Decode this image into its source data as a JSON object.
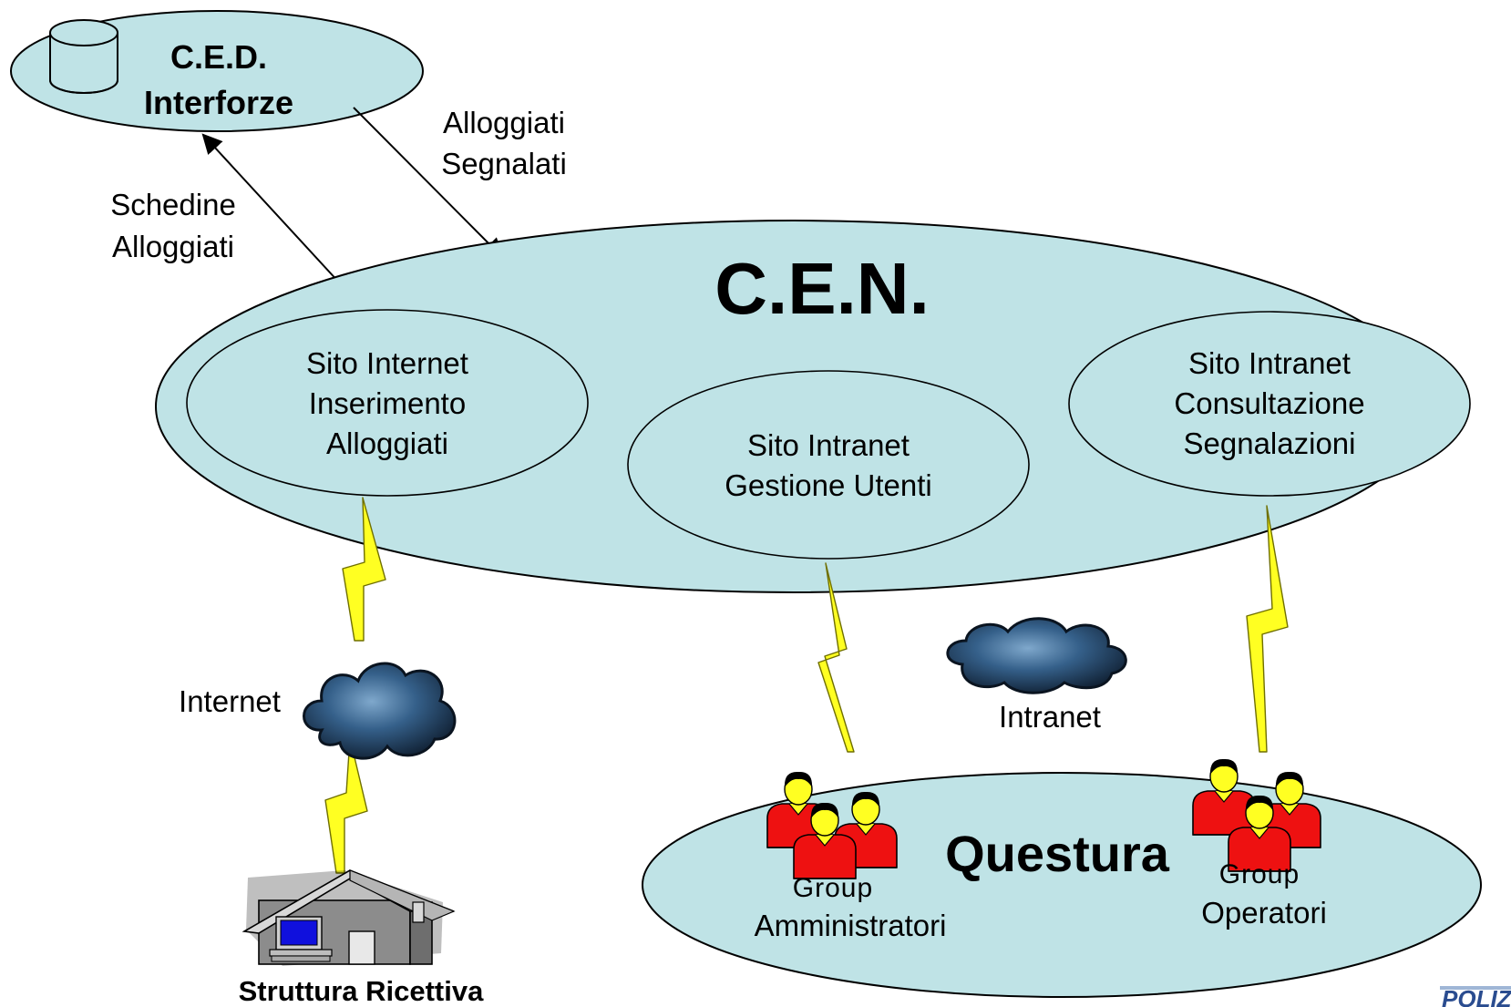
{
  "ced": {
    "line1": "C.E.D.",
    "line2": "Interforze"
  },
  "cen": {
    "title": "C.E.N."
  },
  "flows": {
    "to_ced": {
      "line1": "Schedine",
      "line2": "Alloggiati"
    },
    "from_ced": {
      "line1": "Alloggiati",
      "line2": "Segnalati"
    }
  },
  "sites": {
    "internet": {
      "line1": "Sito Internet",
      "line2": "Inserimento",
      "line3": "Alloggiati"
    },
    "utenti": {
      "line1": "Sito Intranet",
      "line2": "Gestione Utenti"
    },
    "segnalazioni": {
      "line1": "Sito Intranet",
      "line2": "Consultazione",
      "line3": "Segnalazioni"
    }
  },
  "networks": {
    "internet": "Internet",
    "intranet": "Intranet"
  },
  "struttura": {
    "label": "Struttura Ricettiva"
  },
  "questura": {
    "title": "Questura",
    "admins": {
      "line1": "Group",
      "line2": "Amministratori"
    },
    "operators": {
      "line1": "Group",
      "line2": "Operatori"
    }
  },
  "logo": {
    "text": "POLIZIA"
  },
  "colors": {
    "ellipse_fill": "#bfe3e6",
    "bolt": "#ffff22",
    "user_red": "#ee1111",
    "cloud": "#2a4f73"
  },
  "icons": [
    "database-icon",
    "cloud-icon",
    "lightning-icon",
    "user-group-icon",
    "house-icon",
    "computer-icon"
  ]
}
